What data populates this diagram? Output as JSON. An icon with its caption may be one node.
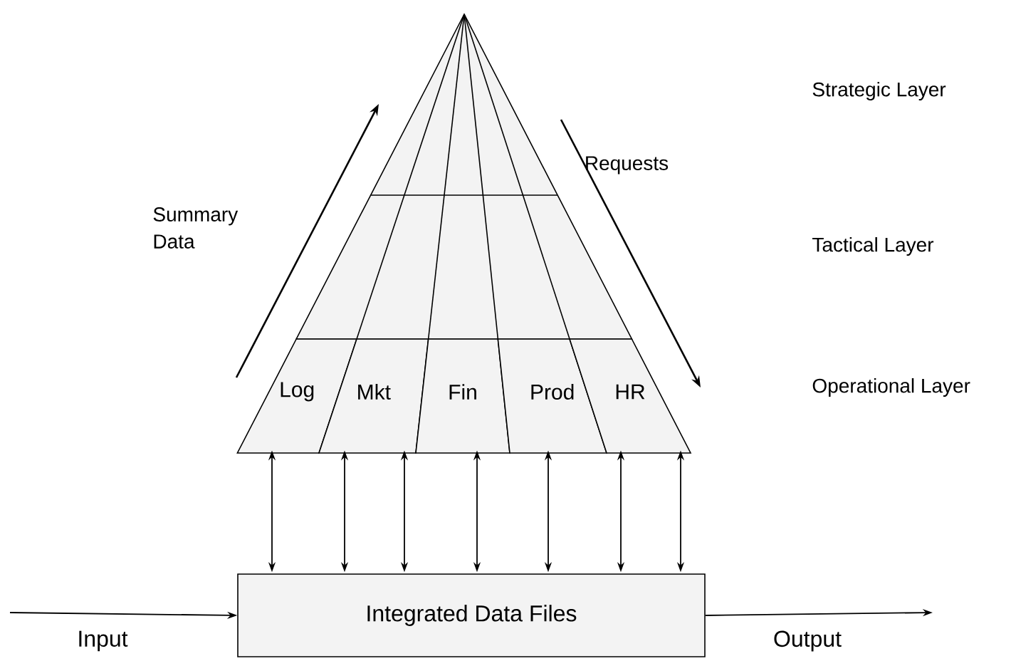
{
  "diagram": {
    "nodes": [
      {
        "text": [
          "Log"
        ]
      },
      {
        "text": [
          "Mkt"
        ]
      },
      {
        "text": [
          "Fin"
        ]
      },
      {
        "text": [
          "Prod"
        ]
      },
      {
        "text": [
          "HR"
        ]
      },
      {
        "text": [
          "Integrated Data Files"
        ]
      }
    ],
    "edges": [
      {
        "from": 0,
        "to": 5,
        "arrow": "both"
      },
      {
        "from": 1,
        "to": 5,
        "arrow": "both"
      },
      {
        "from": 1,
        "to": 5,
        "arrow": "both"
      },
      {
        "from": 2,
        "to": 5,
        "arrow": "both"
      },
      {
        "from": 3,
        "to": 5,
        "arrow": "both"
      },
      {
        "from": 4,
        "to": 5,
        "arrow": "both"
      },
      {
        "from": 4,
        "to": 5,
        "arrow": "both"
      },
      {
        "from": null,
        "to": 5,
        "arrow": "to",
        "label": "Input"
      },
      {
        "from": 5,
        "to": null,
        "arrow": "to",
        "label": "Output"
      }
    ],
    "labels": [
      "Strategic Layer",
      "Requests",
      "Summary Data",
      "Tactical Layer",
      "Operational Layer"
    ]
  }
}
